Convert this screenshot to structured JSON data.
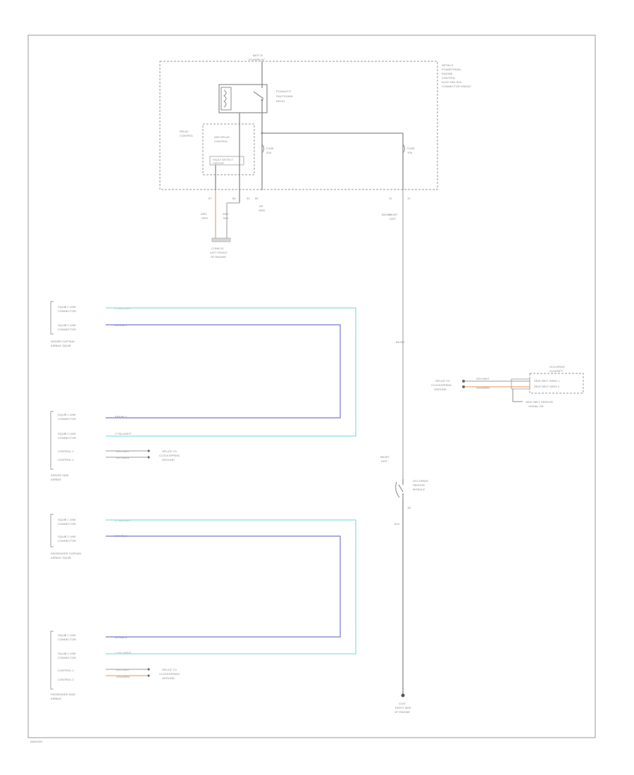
{
  "footer": {
    "code": "WA00000"
  },
  "module": {
    "header_line1": "BATT B",
    "header_line2": "PCM/RELAY",
    "note_lines": [
      "DETAILS",
      "POWERTRAIN",
      "ENGINE",
      "CONTROL",
      "ALSO SEE BLK",
      "CONNECTOR PINOUT"
    ],
    "relay_label": [
      "PCM/AUTO",
      "SHUTDOWN",
      "RELAY"
    ],
    "subbox_label": [
      "RELAY",
      "CONTROL"
    ],
    "subbox_inner_label": [
      "ASD RELAY",
      "CONTROL"
    ],
    "fault_label": [
      "FAULT DETECT",
      "CIRCUIT"
    ],
    "fuse_left": [
      "FUSE",
      "20A"
    ],
    "fuse_right": [
      "FUSE",
      "10A"
    ],
    "pin_labels": [
      "87",
      "85",
      "30",
      "86",
      "12",
      "13"
    ],
    "out_wire_labels_left": [
      [
        "ASD",
        "ORG"
      ],
      [
        "ASD",
        "BLK"
      ]
    ],
    "out_wire_label_mid": [
      "DK",
      "GRN"
    ],
    "out_wire_label_right": [
      "BK/WT",
      "DIST"
    ],
    "splice_label": [
      "CONN S1",
      "LEFT FRONT",
      "OF ENGINE"
    ]
  },
  "driver_side": {
    "upper_group_label": [
      "DRIVER CURTAIN",
      "AIRBAG SQUIB"
    ],
    "upper_rows": [
      {
        "label": [
          "SQUIB 1 LINE",
          "CONNECTOR"
        ],
        "wire": "LT BLU/WHT"
      },
      {
        "label": [
          "SQUIB 2 LINE",
          "CONNECTOR"
        ],
        "wire": "BRN/BLU"
      }
    ],
    "lower_group_label": [
      "DRIVER SIDE",
      "AIRBAG"
    ],
    "lower_rows": [
      {
        "label": [
          "SQUIB 1 LINE",
          "CONNECTOR"
        ],
        "wire": "BRN/BLU"
      },
      {
        "label": [
          "SQUIB 2 LINE",
          "CONNECTOR"
        ],
        "wire": "LT BLU/WHT"
      },
      {
        "label": [
          "CONTROL 1"
        ],
        "wire": "GRY/WHT"
      },
      {
        "label": [
          "CONTROL 2"
        ],
        "wire": "GRY/BRN"
      }
    ],
    "ground_note": [
      "SPLICE TO",
      "CLOCKSPRING",
      "GROUND"
    ]
  },
  "passenger_side": {
    "upper_group_label": [
      "PASSENGER CURTAIN",
      "AIRBAG SQUIB"
    ],
    "upper_rows": [
      {
        "label": [
          "SQUIB 1 LINE",
          "CONNECTOR"
        ],
        "wire": "LT BLU/WHT"
      },
      {
        "label": [
          "SQUIB 2 LINE",
          "CONNECTOR"
        ],
        "wire": "BRN/BLU"
      }
    ],
    "lower_group_label": [
      "PASSENGER SIDE",
      "AIRBAG"
    ],
    "lower_rows": [
      {
        "label": [
          "SQUIB 1 LINE",
          "CONNECTOR"
        ],
        "wire": "BRN/BLU"
      },
      {
        "label": [
          "SQUIB 2 LINE",
          "CONNECTOR"
        ],
        "wire": "LT BLU/WHT"
      },
      {
        "label": [
          "CONTROL 1"
        ],
        "wire": "GRY/WHT"
      },
      {
        "label": [
          "CONTROL 2"
        ],
        "wire": "ORG/BRN"
      }
    ],
    "ground_note": [
      "SPLICE TO",
      "CLOCKSPRING",
      "GROUND"
    ]
  },
  "right_side": {
    "bus_label_top": [
      "BK/WT",
      "DIST"
    ],
    "bus_label_mid": "BK/WT",
    "bus_label_low": [
      "BK/WT",
      "DIST"
    ],
    "sensor_label": [
      "OCCUPANT",
      "SENSOR",
      "MODULE"
    ],
    "sensor_pin": "1B",
    "ground_wire": "BLK",
    "ground_label": [
      "G100",
      "RIGHT SIDE",
      "OF ENGINE"
    ],
    "connector_label": [
      "SPLICE TO",
      "CLOCKSPRING",
      "GROUND"
    ],
    "connector_wires": [
      "GRY/WHT",
      "ORG/BRN"
    ],
    "module_label": [
      "OCCUPANT",
      "CLASSIFY"
    ],
    "module_rows": [
      "SEAT BELT SENS 1",
      "SEAT BELT SENS 2"
    ],
    "module_note": [
      "SEAT BELT SENSOR",
      "SIGNAL GR"
    ]
  }
}
